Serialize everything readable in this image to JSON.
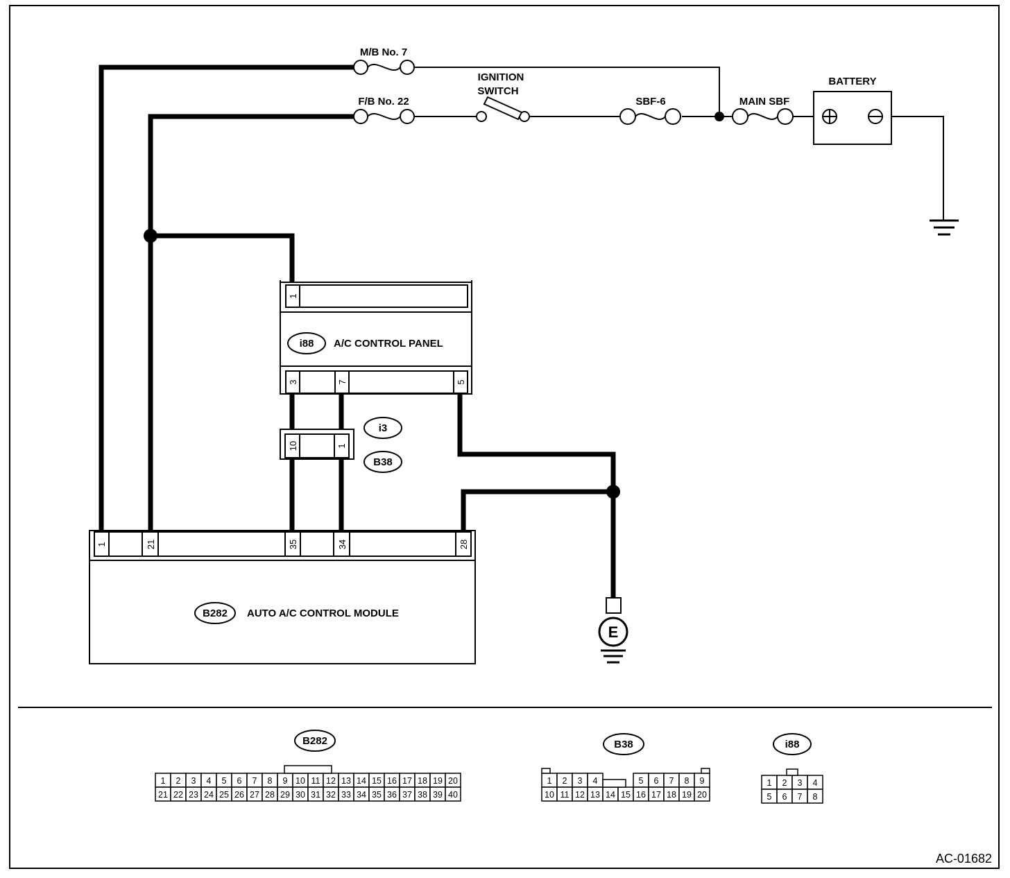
{
  "fuses": {
    "mb7": "M/B No. 7",
    "fb22": "F/B No. 22",
    "sbf6": "SBF-6",
    "main_sbf": "MAIN SBF"
  },
  "ignition_switch": {
    "line1": "IGNITION",
    "line2": "SWITCH"
  },
  "battery": {
    "label": "BATTERY",
    "plus": "⊕",
    "minus": "⊖"
  },
  "ac_panel": {
    "connector": "i88",
    "label": "A/C CONTROL PANEL",
    "top_pins": [
      "1"
    ],
    "bottom_pins": [
      "3",
      "7",
      "5"
    ]
  },
  "joint_connector": {
    "top_id": "i3",
    "bottom_id": "B38",
    "pins": [
      "10",
      "1"
    ]
  },
  "module": {
    "connector": "B282",
    "label": "AUTO A/C CONTROL MODULE",
    "pins": [
      "1",
      "21",
      "35",
      "34",
      "28"
    ]
  },
  "ground": {
    "label": "E"
  },
  "connector_views": {
    "b282": {
      "id": "B282",
      "row1": [
        "1",
        "2",
        "3",
        "4",
        "5",
        "6",
        "7",
        "8",
        "9",
        "10",
        "11",
        "12",
        "13",
        "14",
        "15",
        "16",
        "17",
        "18",
        "19",
        "20"
      ],
      "row2": [
        "21",
        "22",
        "23",
        "24",
        "25",
        "26",
        "27",
        "28",
        "29",
        "30",
        "31",
        "32",
        "33",
        "34",
        "35",
        "36",
        "37",
        "38",
        "39",
        "40"
      ]
    },
    "b38": {
      "id": "B38",
      "row1": [
        "1",
        "2",
        "3",
        "4",
        "",
        "",
        "5",
        "6",
        "7",
        "8",
        "9"
      ],
      "row2": [
        "10",
        "11",
        "12",
        "13",
        "14",
        "15",
        "16",
        "17",
        "18",
        "19",
        "20"
      ]
    },
    "i88": {
      "id": "i88",
      "row1": [
        "1",
        "2",
        "3",
        "4"
      ],
      "row2": [
        "5",
        "6",
        "7",
        "8"
      ]
    }
  },
  "figure_id": "AC-01682"
}
